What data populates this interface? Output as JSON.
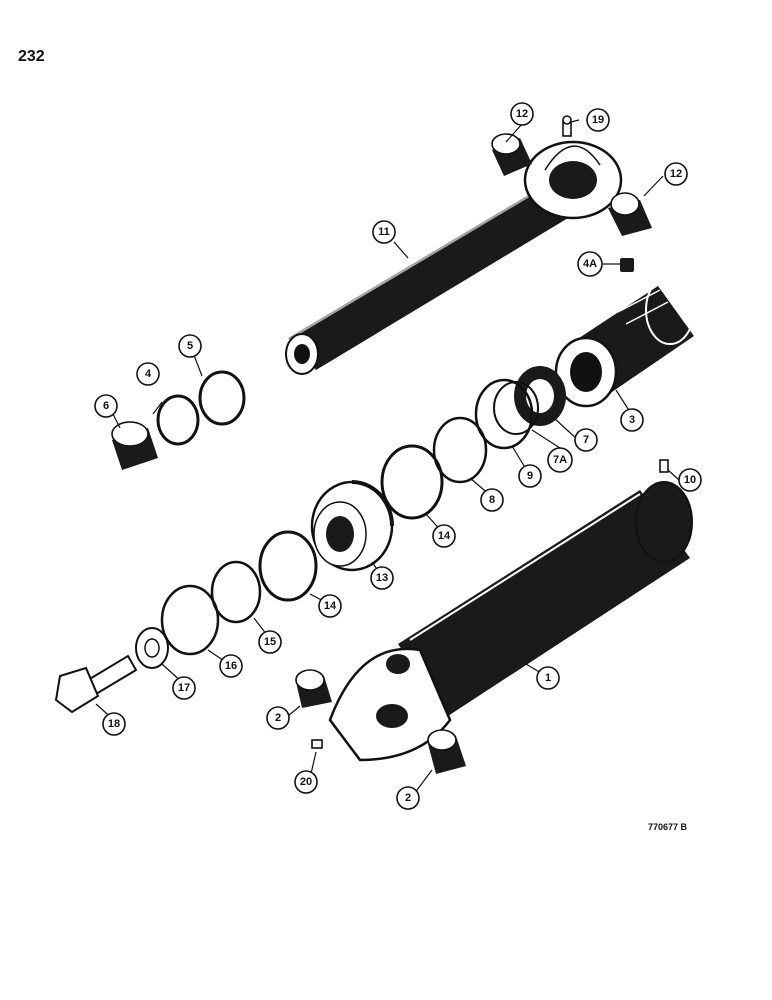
{
  "page_number": "232",
  "figure_code": "770677 B",
  "callouts": {
    "c1": "1",
    "c2a": "2",
    "c2b": "2",
    "c3": "3",
    "c4": "4",
    "c4a": "4A",
    "c5": "5",
    "c6": "6",
    "c7": "7",
    "c7a": "7A",
    "c8": "8",
    "c9": "9",
    "c10": "10",
    "c11": "11",
    "c12a": "12",
    "c12b": "12",
    "c13": "13",
    "c14a": "14",
    "c14b": "14",
    "c15": "15",
    "c16": "16",
    "c17": "17",
    "c18": "18",
    "c19": "19",
    "c20": "20"
  }
}
